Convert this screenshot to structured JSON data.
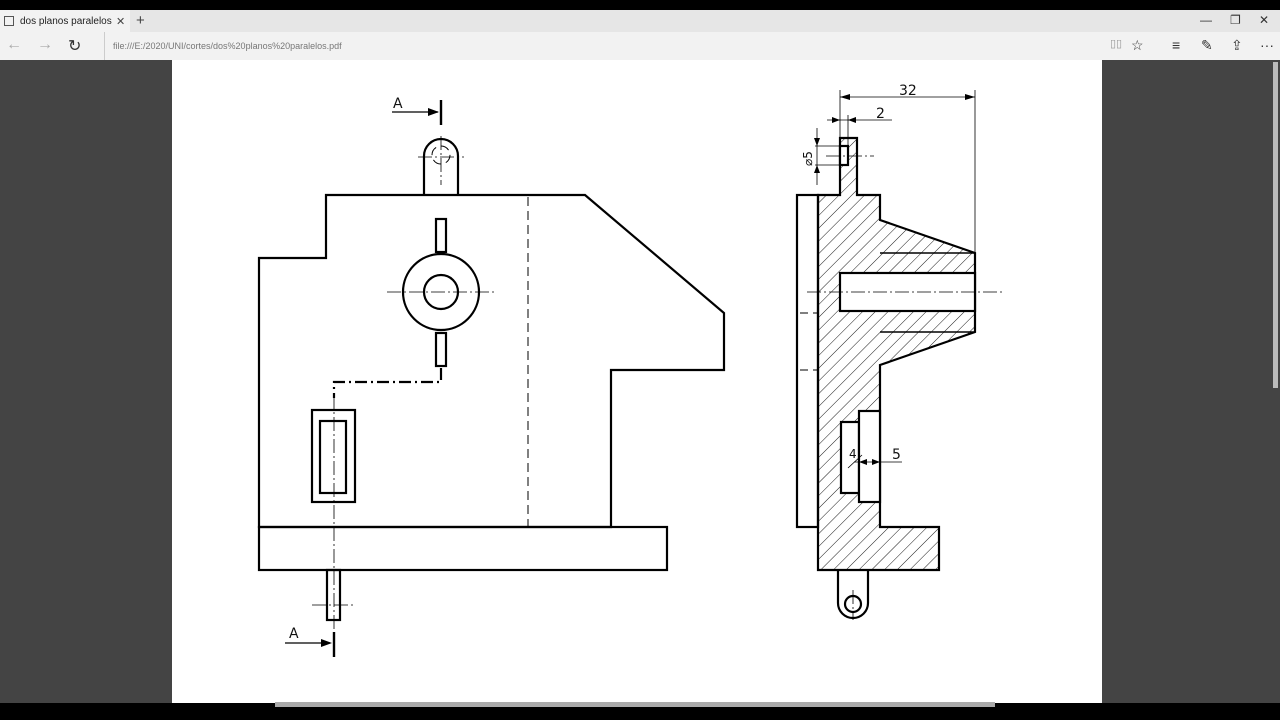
{
  "browser": {
    "tab_title": "dos planos paralelos.pd",
    "tab_close": "✕",
    "new_tab": "+",
    "address": "file:///E:/2020/UNI/cortes/dos%20planos%20paralelos.pdf",
    "window_controls": {
      "minimize": "—",
      "restore": "❐",
      "close": "✕"
    },
    "nav": {
      "back": "←",
      "forward": "→",
      "refresh": "↻"
    },
    "toolbar": {
      "reading": "▯▯",
      "favorite": "☆",
      "hub": "≡",
      "notes": "✎",
      "share": "⇪",
      "more": "···"
    }
  },
  "drawing": {
    "section_labels": [
      "A",
      "A"
    ],
    "dimensions": {
      "width_total": "32",
      "offset": "2",
      "diameter": "⌀5",
      "slot_a": "4",
      "slot_b": "5"
    }
  },
  "colors": {
    "page": "#ffffff",
    "viewer_bg": "#444444",
    "line": "#000000"
  }
}
